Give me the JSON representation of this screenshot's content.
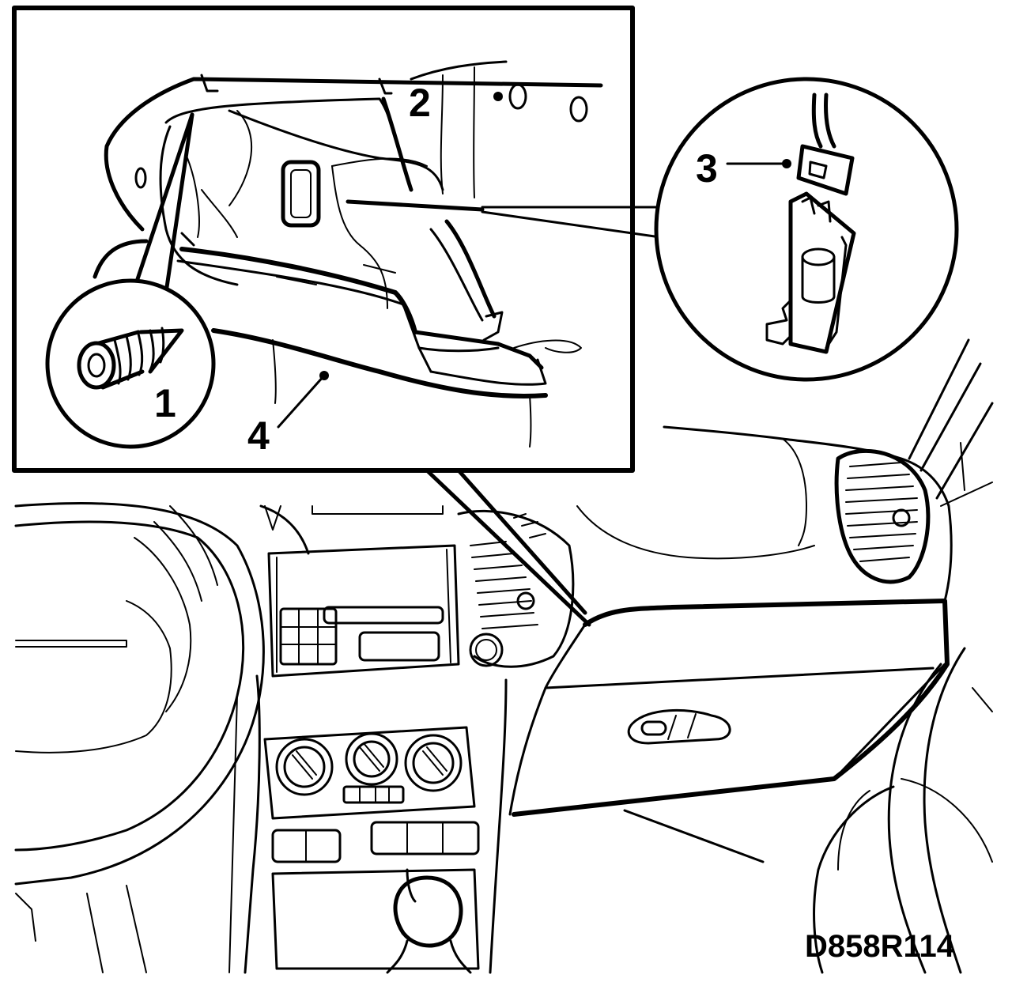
{
  "callouts": [
    {
      "id": "screw",
      "label": "1"
    },
    {
      "id": "glovebox-frame",
      "label": "2"
    },
    {
      "id": "lamp-switch-connector",
      "label": "3"
    },
    {
      "id": "glovebox-lid",
      "label": "4"
    }
  ],
  "reference_code": "D858R114"
}
